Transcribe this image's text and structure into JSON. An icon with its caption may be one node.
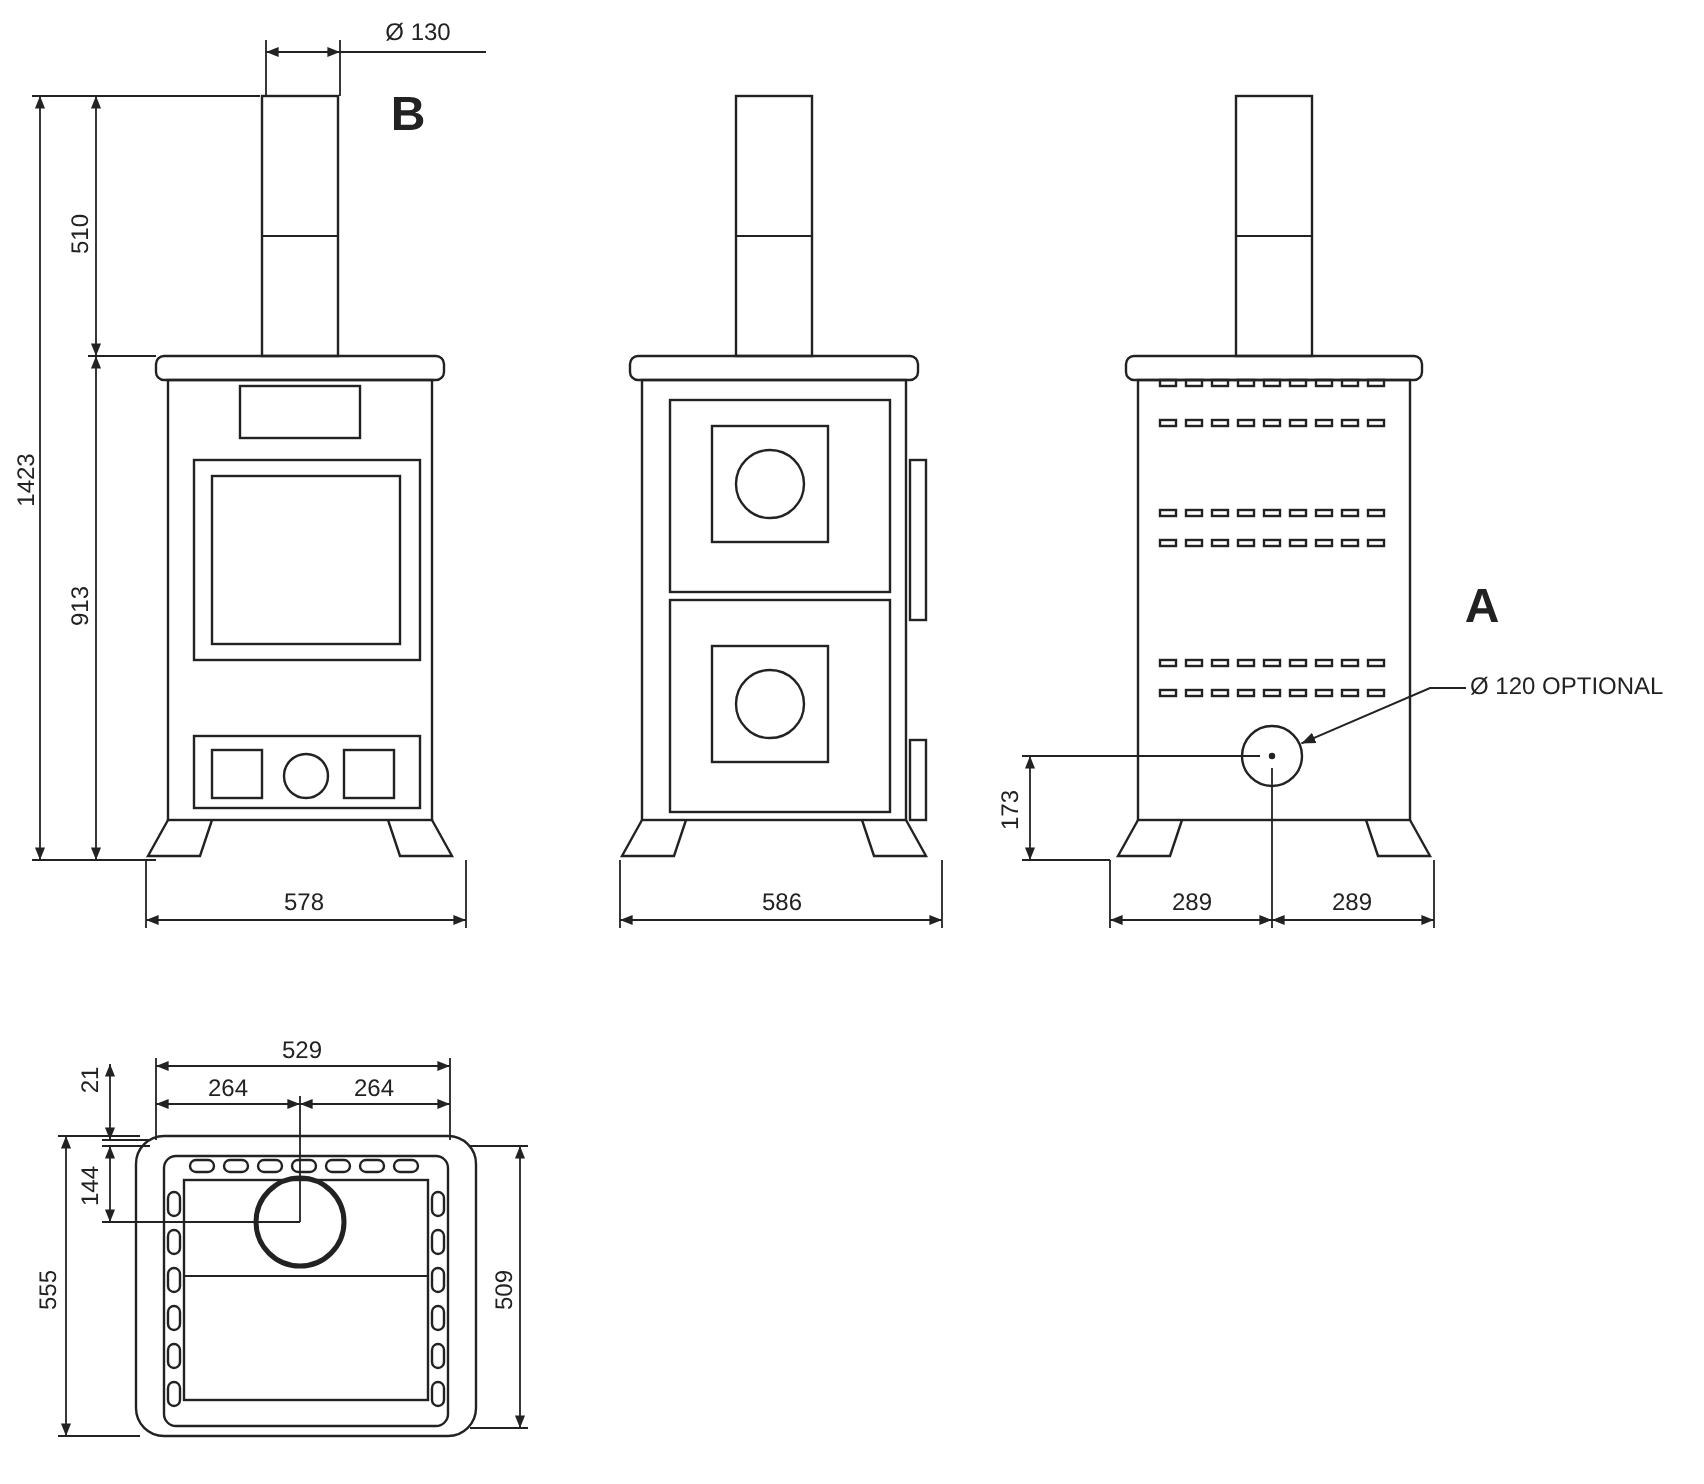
{
  "diagram": {
    "nodes": [
      {
        "text": [
          "Ø 120 OPTIONAL"
        ]
      },
      {
        "text": [],
        "shape": "circle"
      }
    ],
    "edges": [
      {
        "from": 0,
        "to": 1,
        "arrow": "to"
      }
    ],
    "labels": [
      "Ø 130",
      "B",
      "510",
      "1423",
      "913",
      "578",
      "586",
      "A",
      "173",
      "289",
      "289",
      "529",
      "21",
      "264",
      "264",
      "144",
      "555",
      "509"
    ]
  }
}
